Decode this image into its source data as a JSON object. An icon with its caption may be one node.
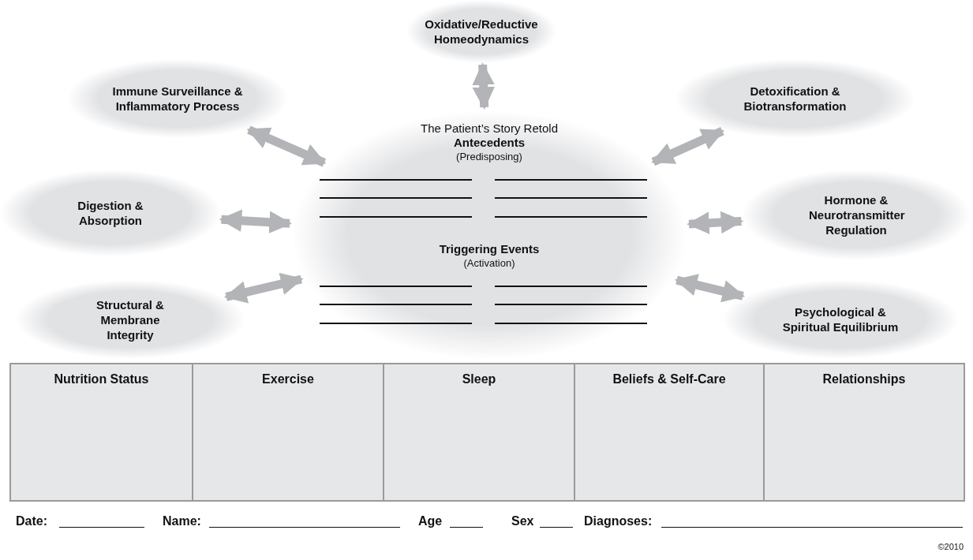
{
  "diagram": {
    "nodes": [
      {
        "text": [
          "The Patient’s Story Retold",
          "Antecedents",
          "(Predisposing)",
          "Triggering Events",
          "(Activation)"
        ]
      },
      {
        "text": [
          "Oxidative/Reductive Homeodynamics"
        ]
      },
      {
        "text": [
          "Immune Surveillance & Inflammatory Process"
        ]
      },
      {
        "text": [
          "Detoxification & Biotransformation"
        ]
      },
      {
        "text": [
          "Digestion & Absorption"
        ]
      },
      {
        "text": [
          "Hormone & Neurotransmitter Regulation"
        ]
      },
      {
        "text": [
          "Structural & Membrane Integrity"
        ]
      },
      {
        "text": [
          "Psychological & Spiritual Equilibrium"
        ]
      },
      {
        "text": [
          "Nutrition Status"
        ]
      },
      {
        "text": [
          "Exercise"
        ]
      },
      {
        "text": [
          "Sleep"
        ]
      },
      {
        "text": [
          "Beliefs & Self-Care"
        ]
      },
      {
        "text": [
          "Relationships"
        ]
      }
    ],
    "edges": [
      {
        "from": 1,
        "to": 0,
        "arrow": "both"
      },
      {
        "from": 2,
        "to": 0,
        "arrow": "both"
      },
      {
        "from": 3,
        "to": 0,
        "arrow": "both"
      },
      {
        "from": 4,
        "to": 0,
        "arrow": "both"
      },
      {
        "from": 5,
        "to": 0,
        "arrow": "both"
      },
      {
        "from": 6,
        "to": 0,
        "arrow": "both"
      },
      {
        "from": 7,
        "to": 0,
        "arrow": "both"
      }
    ],
    "labels": [
      "Date:",
      "Name:",
      "Age",
      "Sex",
      "Diagnoses:",
      "©2010"
    ]
  }
}
